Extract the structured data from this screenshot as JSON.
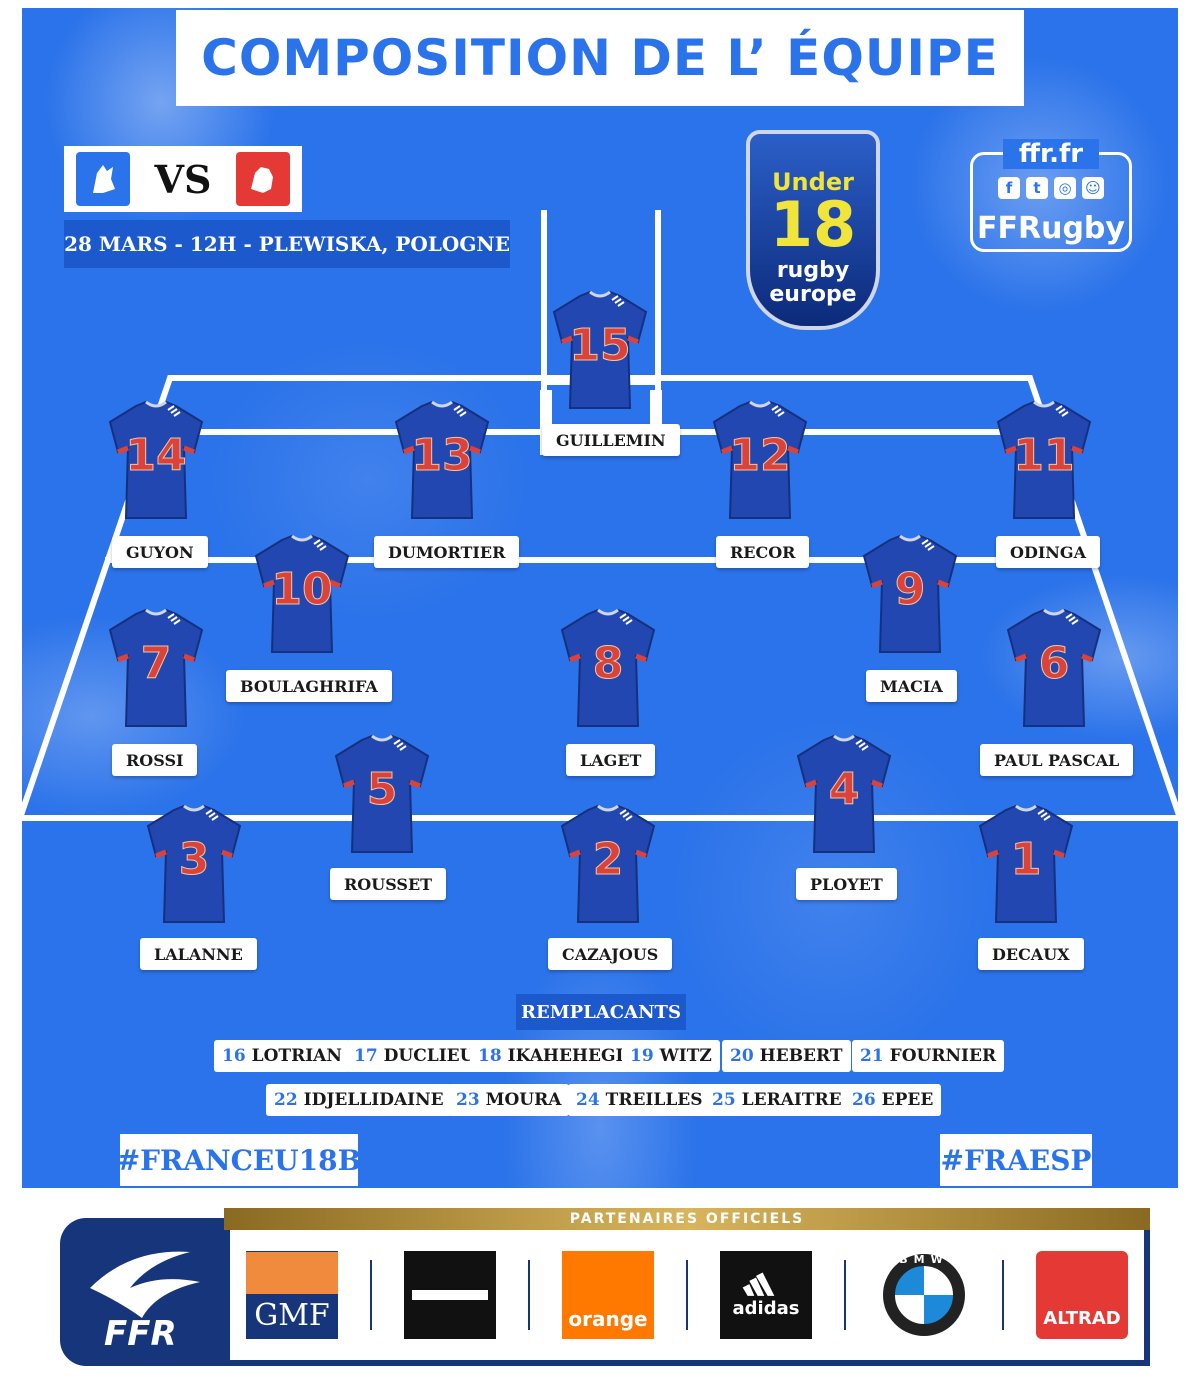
{
  "title": "COMPOSITION DE L’ ÉQUIPE",
  "match": {
    "vs": "VS",
    "info": "28 MARS - 12H - PLEWISKA, POLOGNE",
    "home_crest": "france-rooster-icon",
    "away_crest": "spain-lion-icon"
  },
  "tournament": {
    "line1": "Under",
    "line2": "18",
    "line3": "rugby",
    "line4": "europe"
  },
  "social": {
    "url": "ffr.fr",
    "icons": [
      "facebook-icon",
      "twitter-icon",
      "instagram-icon",
      "snapchat-icon"
    ],
    "glyphs": [
      "f",
      "t",
      "◎",
      "☺"
    ],
    "handle": "FFRugby"
  },
  "players": [
    {
      "number": "15",
      "name": "GUILLEMIN"
    },
    {
      "number": "14",
      "name": "GUYON"
    },
    {
      "number": "13",
      "name": "DUMORTIER"
    },
    {
      "number": "12",
      "name": "RECOR"
    },
    {
      "number": "11",
      "name": "ODINGA"
    },
    {
      "number": "10",
      "name": "BOULAGHRIFA"
    },
    {
      "number": "9",
      "name": "MACIA"
    },
    {
      "number": "7",
      "name": "ROSSI"
    },
    {
      "number": "8",
      "name": "LAGET"
    },
    {
      "number": "6",
      "name": "PAUL PASCAL"
    },
    {
      "number": "5",
      "name": "ROUSSET"
    },
    {
      "number": "4",
      "name": "PLOYET"
    },
    {
      "number": "3",
      "name": "LALANNE"
    },
    {
      "number": "2",
      "name": "CAZAJOUS"
    },
    {
      "number": "1",
      "name": "DECAUX"
    }
  ],
  "subs_title": "REMPLACANTS",
  "substitutes": [
    {
      "number": "16",
      "name": "LOTRIAN"
    },
    {
      "number": "17",
      "name": "DUCLIEU"
    },
    {
      "number": "18",
      "name": "IKAHEHEGI"
    },
    {
      "number": "19",
      "name": "WITZ"
    },
    {
      "number": "20",
      "name": "HEBERT"
    },
    {
      "number": "21",
      "name": "FOURNIER"
    },
    {
      "number": "22",
      "name": "IDJELLIDAINE"
    },
    {
      "number": "23",
      "name": "MOURA"
    },
    {
      "number": "24",
      "name": "TREILLES"
    },
    {
      "number": "25",
      "name": "LERAITRE"
    },
    {
      "number": "26",
      "name": "EPEE"
    }
  ],
  "hashtags": {
    "left": "#FRANCEU18B",
    "right": "#FRAESP"
  },
  "footer": {
    "partners_title": "PARTENAIRES OFFICIELS",
    "ffr_label": "FFR",
    "partners": [
      "GMF",
      "",
      "orange",
      "adidas",
      "BMW",
      "ALTRAD"
    ]
  },
  "colors": {
    "field": "#2b73ea",
    "dark_blue": "#1b59cc",
    "navy": "#16357a",
    "jersey_number": "#d9433b"
  }
}
